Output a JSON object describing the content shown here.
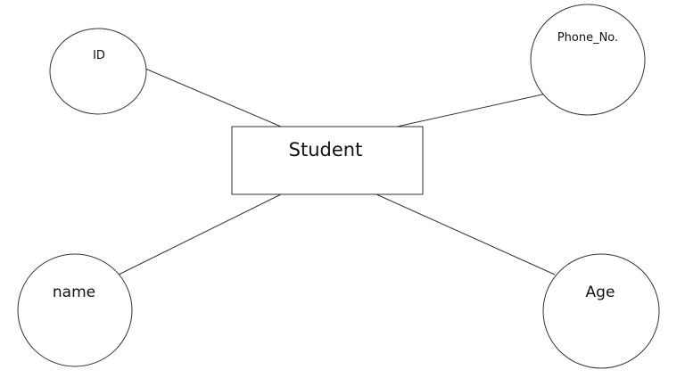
{
  "entity": {
    "label": "Student"
  },
  "attributes": {
    "id": "ID",
    "phone": "Phone_No.",
    "name": "name",
    "age": "Age"
  }
}
